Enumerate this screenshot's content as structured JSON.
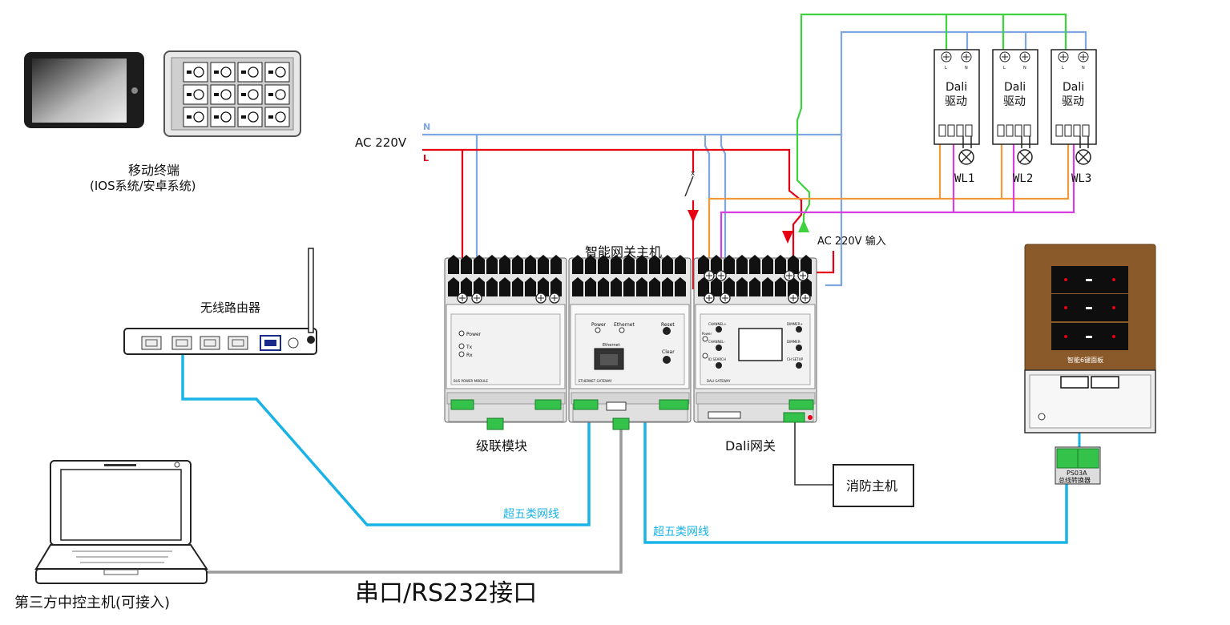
{
  "colors": {
    "live": "#e60012",
    "neutral": "#7fa6e0",
    "green": "#3fd23f",
    "orange": "#f29a3a",
    "magenta": "#d73ee0",
    "cat5": "#1ab3e6",
    "serial": "#9a9a9a",
    "panel_wood": "#8a5a2b"
  },
  "labels": {
    "mobile": "移动终端",
    "mobile_sub": "(IOS系统/安卓系统)",
    "router": "无线路由器",
    "ac220v": "AC 220V",
    "n": "N",
    "l": "L",
    "gateway_host": "智能网关主机",
    "cascade": "级联模块",
    "dali_gateway": "Dali网关",
    "fire_host": "消防主机",
    "ac_input": "AC 220V 输入",
    "cat5_left": "超五类网线",
    "cat5_right": "超五类网线",
    "serial": "串口/RS232接口",
    "third_party": "第三方中控主机(可接入)",
    "panel": "智能6键面板",
    "converter_line1": "PS03A",
    "converter_line2": "总线转换器"
  },
  "drivers": [
    {
      "name": "Dali",
      "sub": "驱动",
      "lamp": "WL1",
      "ln_l": "L",
      "ln_n": "N"
    },
    {
      "name": "Dali",
      "sub": "驱动",
      "lamp": "WL2",
      "ln_l": "L",
      "ln_n": "N"
    },
    {
      "name": "Dali",
      "sub": "驱动",
      "lamp": "WL3",
      "ln_l": "L",
      "ln_n": "N"
    }
  ],
  "modules": {
    "cascade_text": {
      "power": "Power",
      "tx": "Tx",
      "rx": "Rx",
      "foot": "BUS POWER MODULE"
    },
    "gateway_text": {
      "power": "Power",
      "ethernet_led": "Ethernet",
      "reset": "Reset",
      "ethernet": "Ethernet",
      "clear": "Clear",
      "foot": "ETHERNET GATEWAY"
    },
    "dali_text": {
      "channel_plus": "CHANNEL+",
      "channel_minus": "CHANNEL-",
      "dimmer_plus": "DIMMER+",
      "dimmer_minus": "DIMMER-",
      "id_search": "ID SEARCH",
      "ch_setup": "CH SETUP",
      "power": "Power",
      "foot": "DALI GATEWAY"
    }
  }
}
